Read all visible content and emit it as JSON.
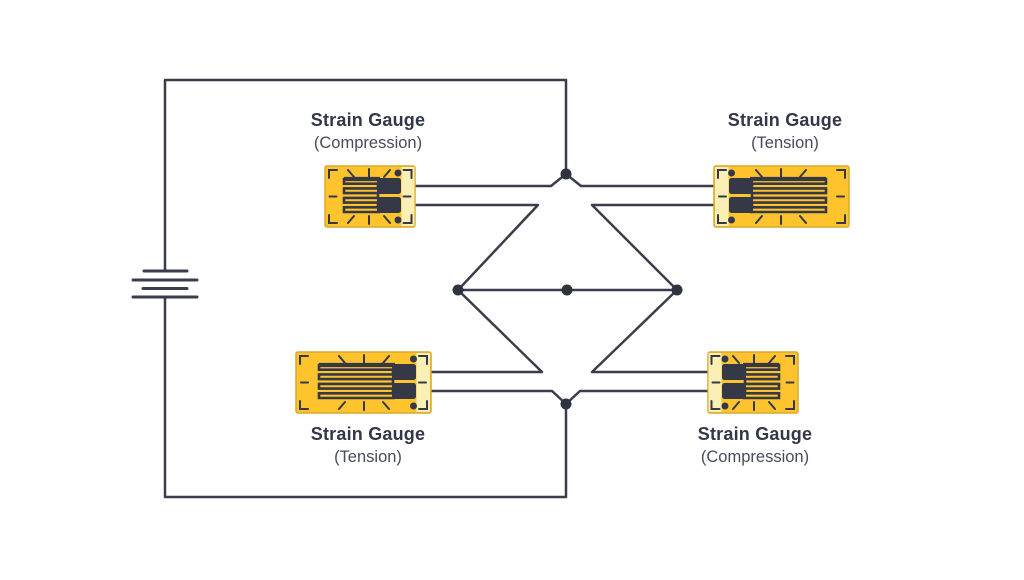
{
  "labels": {
    "top_left": {
      "title": "Strain Gauge",
      "subtitle": "(Compression)"
    },
    "top_right": {
      "title": "Strain Gauge",
      "subtitle": "(Tension)"
    },
    "bottom_left": {
      "title": "Strain Gauge",
      "subtitle": "(Tension)"
    },
    "bottom_right": {
      "title": "Strain Gauge",
      "subtitle": "(Compression)"
    }
  },
  "icons": {
    "battery": "battery-icon",
    "junction": "junction-node",
    "strain_gauge": "strain-gauge-icon"
  },
  "colors": {
    "wire": "#3a3e4c",
    "node": "#2f333e",
    "text": "#333848",
    "text_subtle": "#474c5b",
    "gauge_body": "#ffc42d",
    "gauge_border": "#d9a92a",
    "gauge_strip": "#faf0b5",
    "gauge_dark": "#343847",
    "background": "#ffffff"
  }
}
